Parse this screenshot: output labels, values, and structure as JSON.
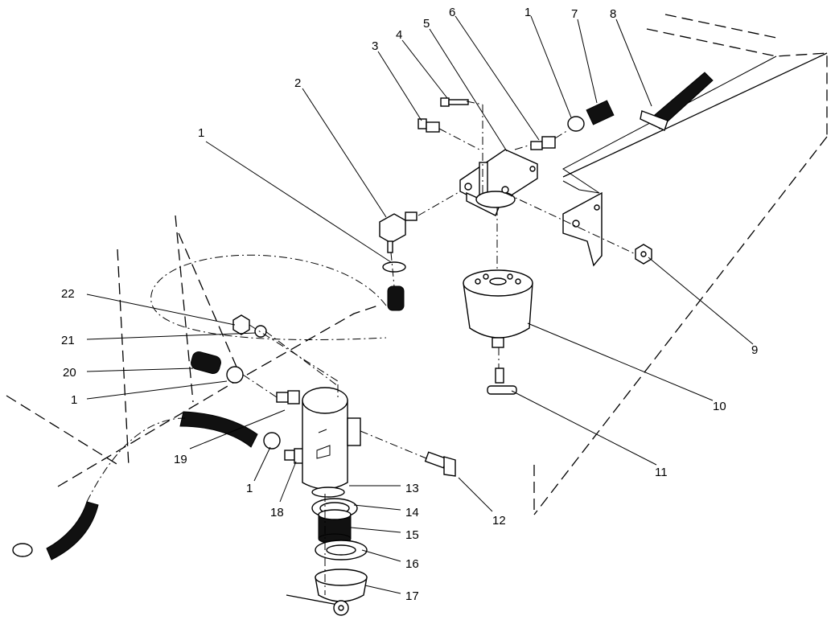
{
  "callouts": [
    {
      "id": "c1a",
      "text": "1"
    },
    {
      "id": "c2",
      "text": "2"
    },
    {
      "id": "c3",
      "text": "3"
    },
    {
      "id": "c4",
      "text": "4"
    },
    {
      "id": "c5",
      "text": "5"
    },
    {
      "id": "c6",
      "text": "6"
    },
    {
      "id": "c1b",
      "text": "1"
    },
    {
      "id": "c7",
      "text": "7"
    },
    {
      "id": "c8",
      "text": "8"
    },
    {
      "id": "c9",
      "text": "9"
    },
    {
      "id": "c10",
      "text": "10"
    },
    {
      "id": "c11",
      "text": "11"
    },
    {
      "id": "c12",
      "text": "12"
    },
    {
      "id": "c13",
      "text": "13"
    },
    {
      "id": "c14",
      "text": "14"
    },
    {
      "id": "c15",
      "text": "15"
    },
    {
      "id": "c16",
      "text": "16"
    },
    {
      "id": "c17",
      "text": "17"
    },
    {
      "id": "c18",
      "text": "18"
    },
    {
      "id": "c1c",
      "text": "1"
    },
    {
      "id": "c19",
      "text": "19"
    },
    {
      "id": "c1d",
      "text": "1"
    },
    {
      "id": "c20",
      "text": "20"
    },
    {
      "id": "c21",
      "text": "21"
    },
    {
      "id": "c22",
      "text": "22"
    }
  ]
}
